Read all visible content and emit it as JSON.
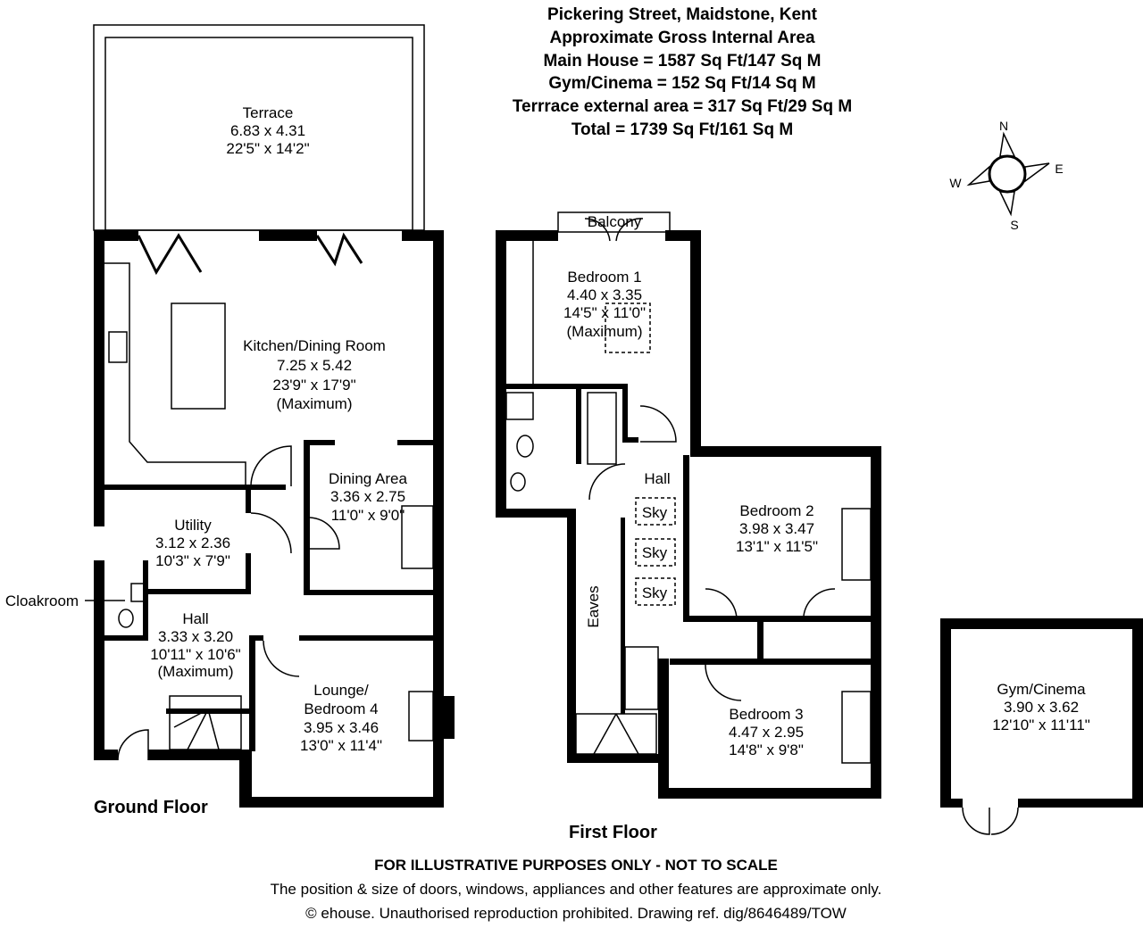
{
  "header": {
    "title": "Pickering Street, Maidstone, Kent",
    "lines": [
      "Approximate Gross Internal Area",
      "Main House = 1587 Sq Ft/147 Sq M",
      "Gym/Cinema = 152 Sq Ft/14 Sq M",
      "Terrrace external area = 317 Sq Ft/29 Sq M",
      "Total = 1739 Sq Ft/161 Sq M"
    ]
  },
  "compass": {
    "n": "N",
    "e": "E",
    "s": "S",
    "w": "W"
  },
  "ground_floor": {
    "label": "Ground Floor",
    "rooms": {
      "terrace": [
        "Terrace",
        "6.83 x 4.31",
        "22'5\" x 14'2\""
      ],
      "kitchen": [
        "Kitchen/Dining Room",
        "7.25 x 5.42",
        "23'9\" x 17'9\"",
        "(Maximum)"
      ],
      "dining": [
        "Dining Area",
        "3.36 x 2.75",
        "11'0\" x 9'0\""
      ],
      "utility": [
        "Utility",
        "3.12 x 2.36",
        "10'3\" x 7'9\""
      ],
      "hall": [
        "Hall",
        "3.33 x 3.20",
        "10'11\" x 10'6\"",
        "(Maximum)"
      ],
      "lounge": [
        "Lounge/",
        "Bedroom 4",
        "3.95 x 3.46",
        "13'0\" x 11'4\""
      ]
    },
    "cloakroom": "Cloakroom"
  },
  "first_floor": {
    "label": "First Floor",
    "rooms": {
      "balcony": "Balcony",
      "bedroom1": [
        "Bedroom 1",
        "4.40 x 3.35",
        "14'5\" x 11'0\"",
        "(Maximum)"
      ],
      "hall": "Hall",
      "sky": "Sky",
      "eaves": "Eaves",
      "bedroom2": [
        "Bedroom 2",
        "3.98 x 3.47",
        "13'1\" x 11'5\""
      ],
      "bedroom3": [
        "Bedroom 3",
        "4.47 x 2.95",
        "14'8\" x 9'8\""
      ]
    }
  },
  "gym": [
    "Gym/Cinema",
    "3.90 x 3.62",
    "12'10\" x 11'11\""
  ],
  "footer": {
    "disclaimer": "FOR ILLUSTRATIVE PURPOSES ONLY - NOT TO SCALE",
    "note": "The position & size of doors, windows, appliances and other features are approximate only.",
    "copyright": "© ehouse. Unauthorised reproduction prohibited. Drawing ref. dig/8646489/TOW"
  }
}
